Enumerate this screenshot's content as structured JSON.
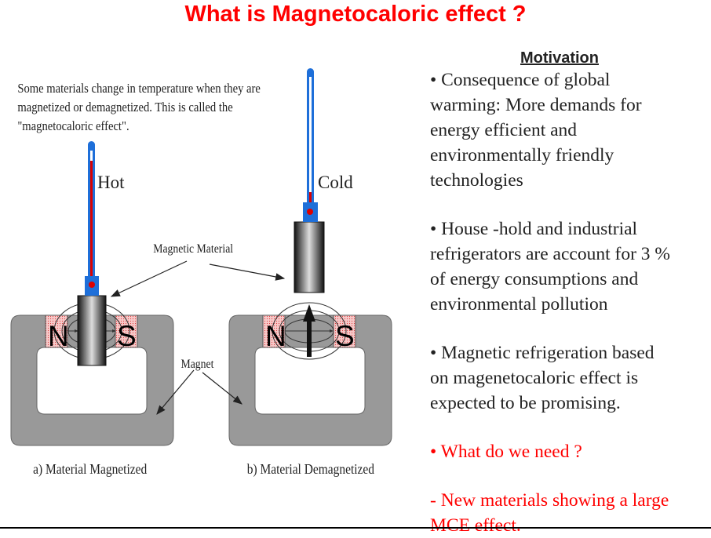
{
  "title": "What is Magnetocaloric effect ?",
  "diagram": {
    "intro_lines": [
      "Some materials change in temperature when they are",
      "magnetized or demagnetized.  This is called the",
      "\"magnetocaloric effect\"."
    ],
    "hot_label": "Hot",
    "cold_label": "Cold",
    "magnetic_material_label": "Magnetic Material",
    "magnet_label": "Magnet",
    "n_label": "N",
    "s_label": "S",
    "caption_a": "a) Material Magnetized",
    "caption_b": "b) Material Demagnetized"
  },
  "motivation": {
    "heading": "Motivation",
    "bullets": [
      {
        "lines": [
          "• Consequence of global",
          "warming:  More demands for",
          "energy efficient and",
          "environmentally friendly",
          "technologies"
        ]
      },
      {
        "lines": [
          "• House -hold and industrial",
          "refrigerators  are account for 3 %",
          "of  energy consumptions and",
          "environmental pollution"
        ]
      },
      {
        "lines": [
          "• Magnetic refrigeration based",
          "on magenetocaloric effect is",
          "expected to be promising."
        ]
      }
    ],
    "question": "• What do we need ?",
    "answer_lines": [
      "- New materials showing a large",
      "MCE effect."
    ]
  }
}
